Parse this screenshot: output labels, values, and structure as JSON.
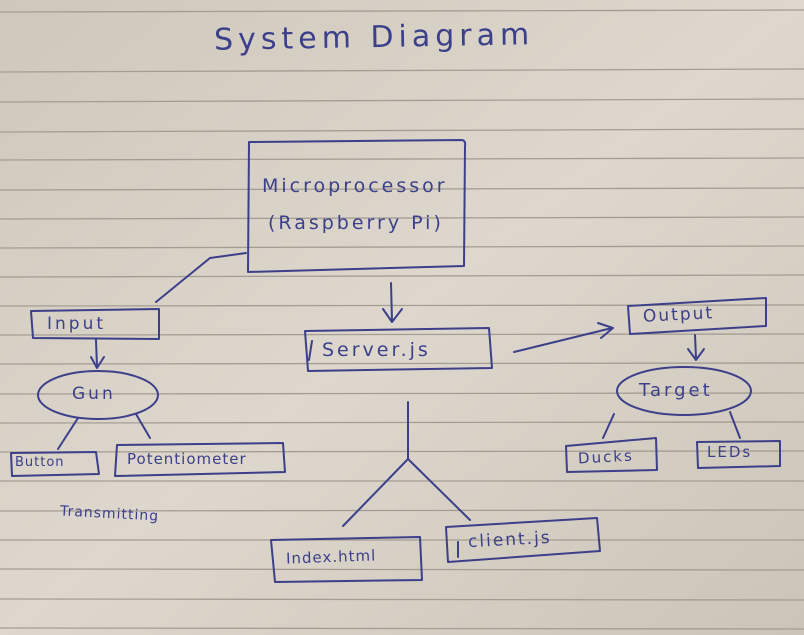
{
  "page": {
    "title": "System Diagram",
    "ink_color": "#3c3f8a",
    "paper_color": "#d9d3c8",
    "rule_color": "#a49d93"
  },
  "nodes": {
    "microprocessor": "Microprocessor",
    "raspberry_pi": "(Raspberry Pi)",
    "input": "Input",
    "gun": "Gun",
    "button": "Button",
    "potentiometer": "Potentiometer",
    "transmitting": "Transmitting",
    "server": "Server.js",
    "index_html": "Index.html",
    "client_js": "client.js",
    "output": "Output",
    "target": "Target",
    "ducks": "Ducks",
    "leds": "LEDs"
  }
}
